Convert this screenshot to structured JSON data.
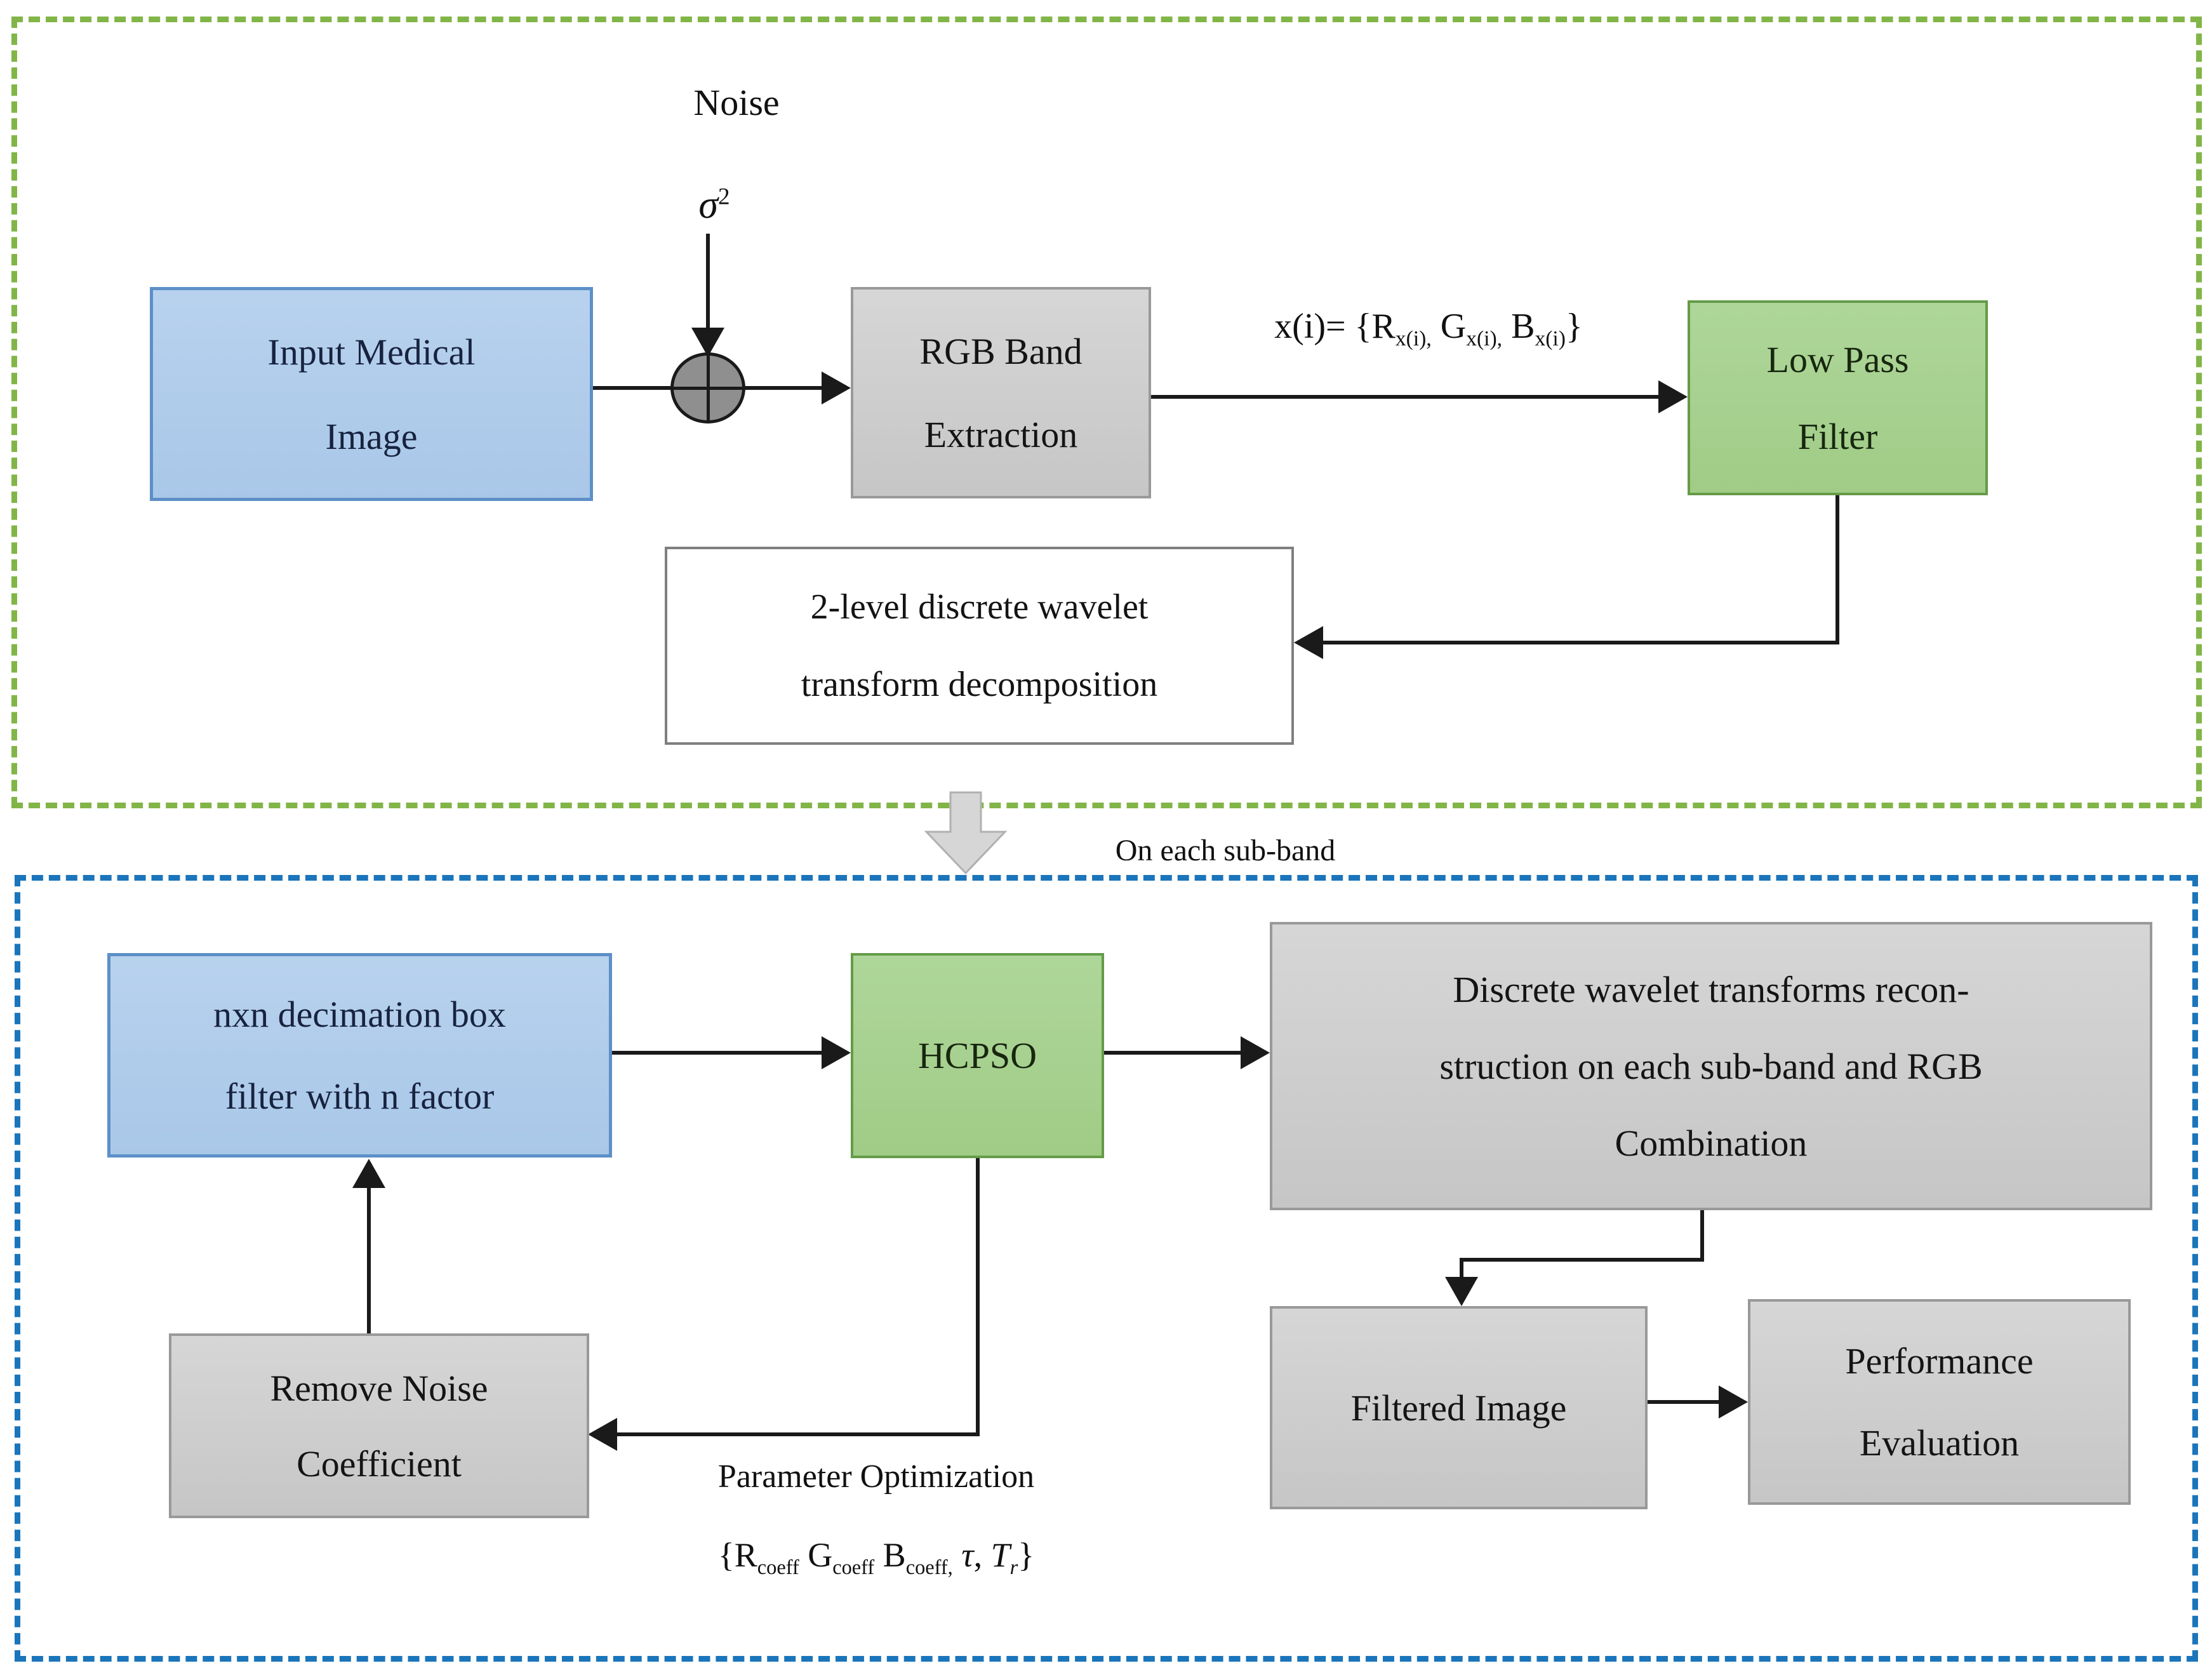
{
  "stage1": {
    "noise_label": "Noise",
    "sigma_base": "σ",
    "sigma_exp": "2",
    "input_box": {
      "lines": [
        "Input Medical",
        "Image"
      ]
    },
    "rgb_box": {
      "lines": [
        "RGB Band",
        "Extraction"
      ]
    },
    "rgb_formula": [
      {
        "t": "x(i)= {R"
      },
      {
        "s": "x(i),"
      },
      {
        "t": " G"
      },
      {
        "s": "x(i),"
      },
      {
        "t": " B"
      },
      {
        "s": "x(i)"
      },
      {
        "t": "}"
      }
    ],
    "lpf_box": {
      "lines": [
        "Low Pass",
        "Filter"
      ]
    },
    "dwt_box": {
      "lines": [
        "2-level discrete wavelet",
        "transform decomposition"
      ]
    }
  },
  "transition": {
    "label": "On each sub-band"
  },
  "stage2": {
    "decimation_box": {
      "lines": [
        "nxn decimation box",
        "filter with n factor"
      ]
    },
    "hcpso_box": {
      "label": "HCPSO"
    },
    "reconstruction_box": {
      "lines": [
        "Discrete wavelet transforms recon-",
        "struction on each sub-band and RGB",
        "Combination"
      ]
    },
    "remove_noise_box": {
      "lines": [
        "Remove Noise",
        "Coefficient"
      ]
    },
    "param_opt_label": "Parameter Optimization",
    "param_formula": [
      {
        "t": "{R"
      },
      {
        "s": "coeff"
      },
      {
        "t": " G"
      },
      {
        "s": "coeff"
      },
      {
        "t": " B"
      },
      {
        "s": "coeff,"
      },
      {
        "t": " "
      },
      {
        "t": "τ",
        "i": 1
      },
      {
        "t": ", "
      },
      {
        "t": "T",
        "i": 1
      },
      {
        "s": "r",
        "i": 1
      },
      {
        "t": "}"
      }
    ],
    "filtered_box": {
      "label": "Filtered Image"
    },
    "performance_box": {
      "lines": [
        "Performance",
        "Evaluation"
      ]
    }
  },
  "colors": {
    "stage1_border": "#82b548",
    "stage2_border": "#1b75bb",
    "box_blue_fill": "#a9c7e8",
    "box_blue_border": "#5d8fc7",
    "box_green_fill": "#a0cc86",
    "box_green_border": "#649b47",
    "box_gray_fill": "#c6c6c6",
    "box_gray_border": "#999999",
    "box_white_fill": "#ffffff",
    "line": "#1a1a1a",
    "block_arrow_fill": "#d6d6d6"
  }
}
